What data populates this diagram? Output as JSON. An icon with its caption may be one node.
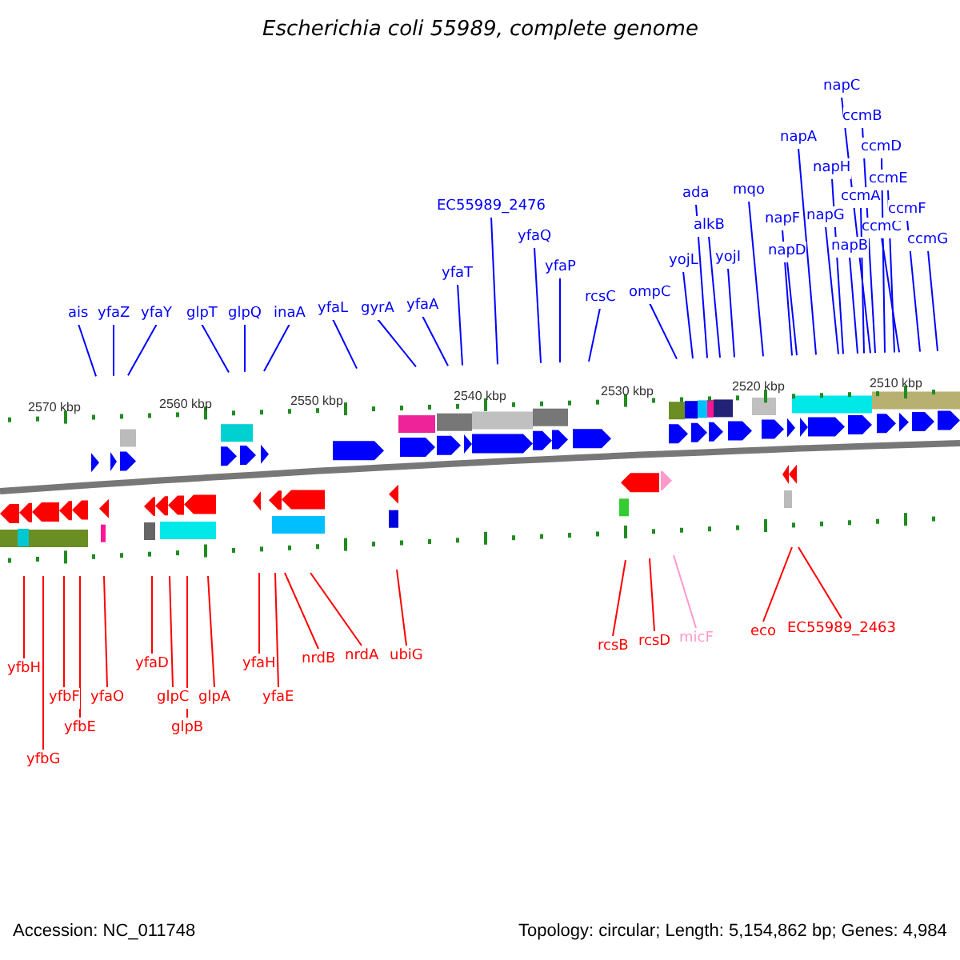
{
  "diagram": {
    "title": "Escherichia coli 55989, complete genome",
    "nodes": [
      {
        "text": [
          "ais"
        ]
      },
      {
        "text": [
          "yfaZ"
        ]
      },
      {
        "text": [
          "yfaY"
        ]
      },
      {
        "text": [
          "glpT"
        ]
      },
      {
        "text": [
          "glpQ"
        ]
      },
      {
        "text": [
          "inaA"
        ]
      },
      {
        "text": [
          "yfaL"
        ]
      },
      {
        "text": [
          "gyrA"
        ]
      },
      {
        "text": [
          "yfaA"
        ]
      },
      {
        "text": [
          "yfaT"
        ]
      },
      {
        "text": [
          "EC55989_2476"
        ]
      },
      {
        "text": [
          "yfaQ"
        ]
      },
      {
        "text": [
          "yfaP"
        ]
      },
      {
        "text": [
          "rcsC"
        ]
      },
      {
        "text": [
          "ompC"
        ]
      },
      {
        "text": [
          "yojL"
        ]
      },
      {
        "text": [
          "ada"
        ]
      },
      {
        "text": [
          "alkB"
        ]
      },
      {
        "text": [
          "yojI"
        ]
      },
      {
        "text": [
          "mqo"
        ]
      },
      {
        "text": [
          "napF"
        ]
      },
      {
        "text": [
          "napD"
        ]
      },
      {
        "text": [
          "napA"
        ]
      },
      {
        "text": [
          "napG"
        ]
      },
      {
        "text": [
          "napH"
        ]
      },
      {
        "text": [
          "napB"
        ]
      },
      {
        "text": [
          "ccmA"
        ]
      },
      {
        "text": [
          "napC"
        ]
      },
      {
        "text": [
          "ccmB"
        ]
      },
      {
        "text": [
          "ccmD"
        ]
      },
      {
        "text": [
          "ccmE"
        ]
      },
      {
        "text": [
          "ccmC"
        ]
      },
      {
        "text": [
          "ccmF"
        ]
      },
      {
        "text": [
          "ccmG"
        ]
      },
      {
        "text": [
          "yfbH"
        ]
      },
      {
        "text": [
          "yfbG"
        ]
      },
      {
        "text": [
          "yfbF"
        ]
      },
      {
        "text": [
          "yfbE"
        ]
      },
      {
        "text": [
          "yfaO"
        ]
      },
      {
        "text": [
          "yfaD"
        ]
      },
      {
        "text": [
          "glpC"
        ]
      },
      {
        "text": [
          "glpB"
        ]
      },
      {
        "text": [
          "glpA"
        ]
      },
      {
        "text": [
          "yfaH"
        ]
      },
      {
        "text": [
          "yfaE"
        ]
      },
      {
        "text": [
          "nrdB"
        ]
      },
      {
        "text": [
          "nrdA"
        ]
      },
      {
        "text": [
          "ubiG"
        ]
      },
      {
        "text": [
          "rcsB"
        ]
      },
      {
        "text": [
          "rcsD"
        ]
      },
      {
        "text": [
          "micF"
        ]
      },
      {
        "text": [
          "eco"
        ]
      },
      {
        "text": [
          "EC55989_2463"
        ]
      }
    ],
    "edges": [
      {
        "from": 0,
        "to": null,
        "arrow": "none"
      },
      {
        "from": 1,
        "to": null,
        "arrow": "none"
      },
      {
        "from": 2,
        "to": null,
        "arrow": "none"
      },
      {
        "from": 3,
        "to": null,
        "arrow": "none"
      },
      {
        "from": 4,
        "to": null,
        "arrow": "none"
      },
      {
        "from": 5,
        "to": null,
        "arrow": "none"
      },
      {
        "from": 6,
        "to": null,
        "arrow": "none"
      },
      {
        "from": 7,
        "to": null,
        "arrow": "none"
      },
      {
        "from": 8,
        "to": null,
        "arrow": "none"
      },
      {
        "from": 9,
        "to": null,
        "arrow": "none"
      },
      {
        "from": 10,
        "to": null,
        "arrow": "none"
      },
      {
        "from": 11,
        "to": null,
        "arrow": "none"
      },
      {
        "from": 12,
        "to": null,
        "arrow": "none"
      },
      {
        "from": 13,
        "to": null,
        "arrow": "none"
      },
      {
        "from": 14,
        "to": null,
        "arrow": "none"
      },
      {
        "from": 15,
        "to": null,
        "arrow": "none"
      },
      {
        "from": 16,
        "to": null,
        "arrow": "none"
      },
      {
        "from": 17,
        "to": null,
        "arrow": "none"
      },
      {
        "from": 18,
        "to": null,
        "arrow": "none"
      },
      {
        "from": 19,
        "to": null,
        "arrow": "none"
      },
      {
        "from": 20,
        "to": null,
        "arrow": "none"
      },
      {
        "from": 21,
        "to": null,
        "arrow": "none"
      },
      {
        "from": 22,
        "to": null,
        "arrow": "none"
      },
      {
        "from": 23,
        "to": null,
        "arrow": "none"
      },
      {
        "from": 24,
        "to": null,
        "arrow": "none"
      },
      {
        "from": 25,
        "to": null,
        "arrow": "none"
      },
      {
        "from": 26,
        "to": null,
        "arrow": "none"
      },
      {
        "from": 27,
        "to": null,
        "arrow": "none"
      },
      {
        "from": 28,
        "to": null,
        "arrow": "none"
      },
      {
        "from": 29,
        "to": null,
        "arrow": "none"
      },
      {
        "from": 30,
        "to": null,
        "arrow": "none"
      },
      {
        "from": 31,
        "to": null,
        "arrow": "none"
      },
      {
        "from": 32,
        "to": null,
        "arrow": "none"
      },
      {
        "from": 33,
        "to": null,
        "arrow": "none"
      },
      {
        "from": 34,
        "to": null,
        "arrow": "none",
        "color": "#ff0000"
      },
      {
        "from": 35,
        "to": null,
        "arrow": "none",
        "color": "#ff0000"
      },
      {
        "from": 36,
        "to": null,
        "arrow": "none",
        "color": "#ff0000"
      },
      {
        "from": 37,
        "to": null,
        "arrow": "none",
        "color": "#ff0000"
      },
      {
        "from": 38,
        "to": null,
        "arrow": "none",
        "color": "#ff0000"
      },
      {
        "from": 39,
        "to": null,
        "arrow": "none",
        "color": "#ff0000"
      },
      {
        "from": 40,
        "to": null,
        "arrow": "none",
        "color": "#ff0000"
      },
      {
        "from": 41,
        "to": null,
        "arrow": "none",
        "color": "#ff0000"
      },
      {
        "from": 42,
        "to": null,
        "arrow": "none",
        "color": "#ff0000"
      },
      {
        "from": 43,
        "to": null,
        "arrow": "none",
        "color": "#ff0000"
      },
      {
        "from": 44,
        "to": null,
        "arrow": "none",
        "color": "#ff0000"
      },
      {
        "from": 45,
        "to": null,
        "arrow": "none",
        "color": "#ff0000"
      },
      {
        "from": 46,
        "to": null,
        "arrow": "none",
        "color": "#ff0000"
      },
      {
        "from": 47,
        "to": null,
        "arrow": "none",
        "color": "#ff0000"
      },
      {
        "from": 48,
        "to": null,
        "arrow": "none",
        "color": "#ff0000"
      },
      {
        "from": 49,
        "to": null,
        "arrow": "none",
        "color": "#ff0000"
      },
      {
        "from": 50,
        "to": null,
        "arrow": "none",
        "color": "#ff99cc"
      },
      {
        "from": 51,
        "to": null,
        "arrow": "none",
        "color": "#ff0000"
      },
      {
        "from": 52,
        "to": null,
        "arrow": "none",
        "color": "#ff0000"
      }
    ],
    "labels": [
      "2570 kbp",
      "2560 kbp",
      "2550 kbp",
      "2540 kbp",
      "2530 kbp",
      "2520 kbp",
      "2510 kbp",
      "Accession: NC_011748",
      "Topology: circular; Length: 5,154,862 bp; Genes: 4,984"
    ]
  }
}
